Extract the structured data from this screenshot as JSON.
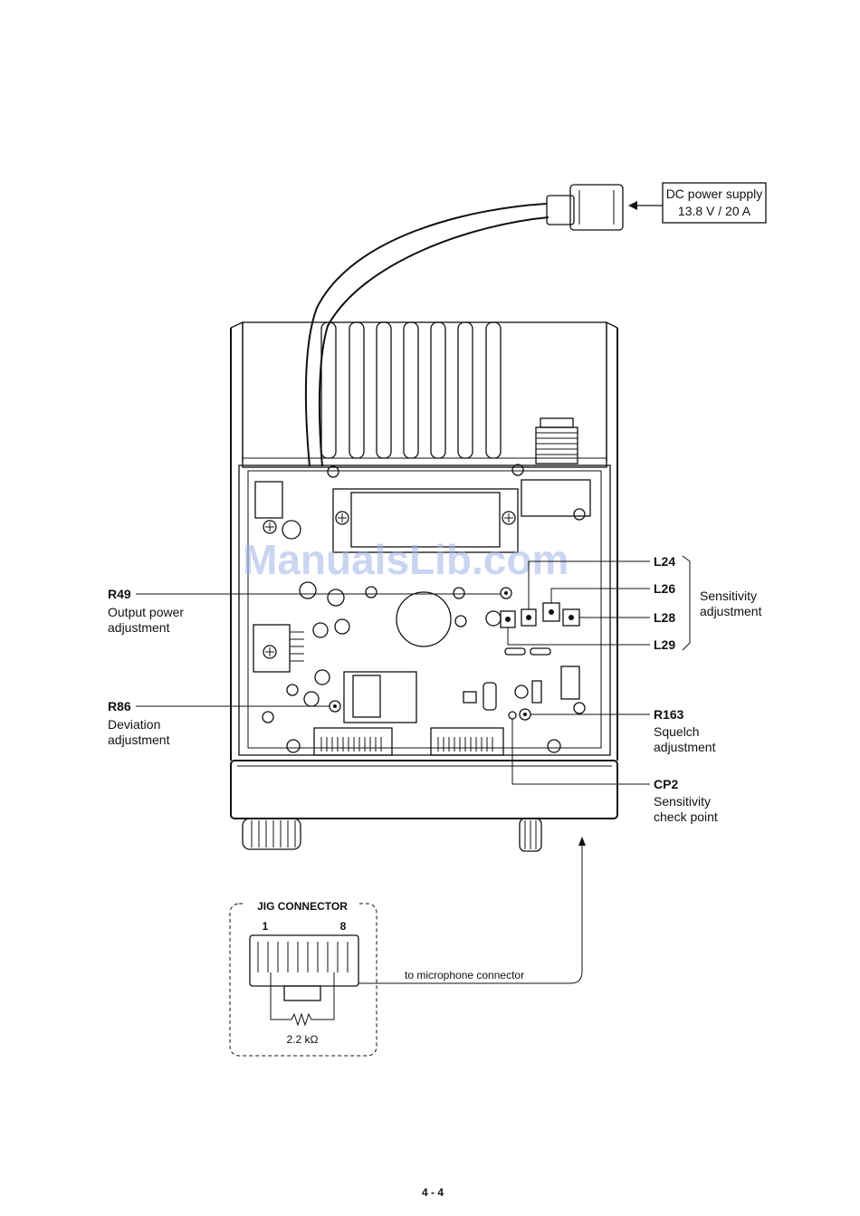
{
  "power_supply": {
    "line1": "DC power supply",
    "line2": "13.8 V / 20 A"
  },
  "watermark": "ManualsLib.com",
  "adjustments_left": [
    {
      "ref": "R49",
      "desc1": "Output power",
      "desc2": "adjustment"
    },
    {
      "ref": "R86",
      "desc1": "Deviation",
      "desc2": "adjustment"
    }
  ],
  "adjustments_right": {
    "l24": "L24",
    "l26": "L26",
    "l28": "L28",
    "l29": "L29",
    "sensitivity1": "Sensitivity",
    "sensitivity2": "adjustment",
    "r163": {
      "ref": "R163",
      "desc1": "Squelch",
      "desc2": "adjustment"
    },
    "cp2": {
      "ref": "CP2",
      "desc1": "Sensitivity",
      "desc2": "check point"
    }
  },
  "jig": {
    "title": "JIG CONNECTOR",
    "pin_first": "1",
    "pin_last": "8",
    "resistor": "2.2 kΩ",
    "to_mic": "to microphone connector"
  },
  "page_number": "4 - 4"
}
